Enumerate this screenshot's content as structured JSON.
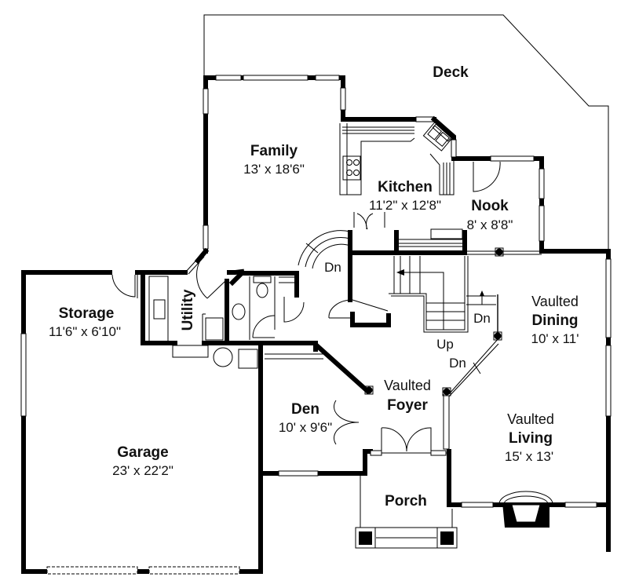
{
  "plan": {
    "rooms": {
      "deck": {
        "name": "Deck"
      },
      "family": {
        "name": "Family",
        "size": "13' x 18'6\""
      },
      "kitchen": {
        "name": "Kitchen",
        "size": "11'2\" x 12'8\""
      },
      "nook": {
        "name": "Nook",
        "size": "8' x 8'8\""
      },
      "storage": {
        "name": "Storage",
        "size": "11'6\" x 6'10\""
      },
      "utility": {
        "name": "Utility"
      },
      "dining": {
        "prefix": "Vaulted",
        "name": "Dining",
        "size": "10' x 11'"
      },
      "foyer": {
        "prefix": "Vaulted",
        "name": "Foyer"
      },
      "den": {
        "name": "Den",
        "size": "10' x 9'6\""
      },
      "living": {
        "prefix": "Vaulted",
        "name": "Living",
        "size": "15' x 13'"
      },
      "garage": {
        "name": "Garage",
        "size": "23' x 22'2\""
      },
      "porch": {
        "name": "Porch"
      }
    },
    "stairs": {
      "spiral_dn": "Dn",
      "main_dn": "Dn",
      "main_up": "Up",
      "foyer_dn": "Dn"
    }
  }
}
